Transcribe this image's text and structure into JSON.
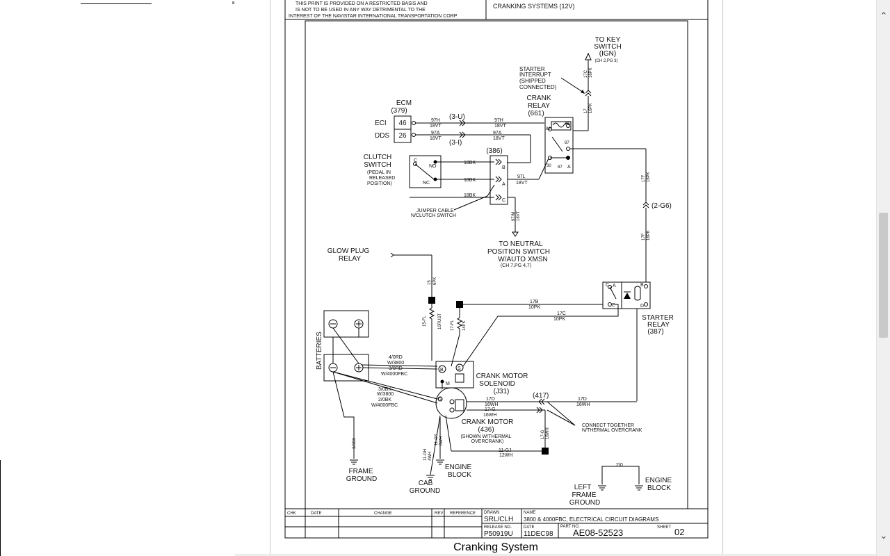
{
  "header": {
    "notice_lines": [
      "THIS PRINT IS PROVIDED ON A RESTRICTED BASIS AND",
      "IS NOT TO BE USED IN ANY WAY DETRIMENTAL TO THE",
      "INTEREST OF THE NAVISTAR INTERNATIONAL TRANSPORTATION CORP."
    ],
    "section_title": "CRANKING SYSTEMS (12V)"
  },
  "diagram": {
    "key_switch": {
      "lines": [
        "TO KEY",
        "SWITCH",
        "(IGN)"
      ],
      "ref": "(CH 2,PG 3)"
    },
    "starter_interrupt": [
      "STARTER",
      "INTERRUPT",
      "(SHIPPED",
      "CONNECTED)"
    ],
    "crank_relay": {
      "lines": [
        "CRANK",
        "RELAY",
        "(661)"
      ],
      "pins": [
        "86",
        "85",
        "87",
        "30",
        "87",
        "A"
      ]
    },
    "ecm": {
      "title": "ECM",
      "num": "(379)",
      "pins": [
        {
          "label": "ECI",
          "num": "46"
        },
        {
          "label": "DDS",
          "num": "26"
        }
      ]
    },
    "wires": {
      "w97h": [
        "97H",
        "18VT"
      ],
      "w97h_b": [
        "97H",
        "18VT"
      ],
      "w97a": [
        "97A",
        "18VT"
      ],
      "w97a_b": [
        "97A",
        "18VT"
      ],
      "ref_3u": "(3-U)",
      "ref_3i": "(3-I)",
      "w17c": [
        "17C",
        "16PK"
      ],
      "w17": [
        "17",
        "16PK"
      ],
      "w17f_top": [
        "17F",
        "16PK"
      ],
      "w17f_bot": [
        "17F",
        "16PK"
      ],
      "ref_2g6": "(2-G6)",
      "w18bk": [
        "18BK",
        "18BK",
        "18BK"
      ],
      "w97l": [
        "97L",
        "18VT"
      ],
      "w97m": [
        "97/M",
        "18VT"
      ],
      "w15": [
        "15",
        "6PK"
      ],
      "w15fl": [
        "15-FL",
        "10RUST"
      ],
      "w17fl": [
        "17-FL",
        "14PK"
      ],
      "w17b": [
        "17B",
        "10PK"
      ],
      "w17c2": [
        "17C",
        "10PK"
      ],
      "w4rd": [
        "4/0RD",
        "W/3800",
        "3/0RD",
        "W/4000FBC"
      ],
      "w3bk": [
        "3/0BK",
        "W/3800",
        "2/0BK",
        "W/4000FBC"
      ],
      "w17d": [
        "17D",
        "16WH"
      ],
      "w17d_b": [
        "17D",
        "16WH"
      ],
      "w17g": [
        "17-G",
        "16WH"
      ],
      "w17g_b": [
        "17-G",
        "16WH"
      ],
      "ref_417": "(417)",
      "w3bk_gnd": "3/0BK",
      "w11gh": [
        "11-GH",
        "4WH"
      ],
      "w11gs": [
        "11-GS",
        "6WH"
      ],
      "w11gj": [
        "11-GJ",
        "12WH"
      ],
      "w20": "2/0"
    },
    "clutch_switch": {
      "lines": [
        "CLUTCH",
        "SWITCH"
      ],
      "sub": [
        "(PEDAL IN",
        "RELEASED",
        "POSITION)"
      ],
      "pins": [
        "C",
        "NO",
        "NC"
      ]
    },
    "connector_386": {
      "num": "(386)",
      "pins": [
        "B",
        "A",
        "C"
      ]
    },
    "jumper_cable": [
      "JUMPER CABLE",
      "N/CLUTCH SWITCH"
    ],
    "neutral_switch": {
      "lines": [
        "TO NEUTRAL",
        "POSITION SWITCH",
        "W/AUTO XMSN"
      ],
      "ref": "(CH 7,PG 4,7)"
    },
    "glow_plug": [
      "GLOW PLUG",
      "RELAY"
    ],
    "starter_relay": {
      "lines": [
        "STARTER",
        "RELAY",
        "(387)"
      ],
      "pins": [
        "C",
        "A",
        "B",
        "E",
        "D"
      ]
    },
    "batteries": "BATTERIES",
    "crank_motor_solenoid": {
      "lines": [
        "CRANK MOTOR",
        "SOLENOID",
        "(J31)"
      ],
      "pins": [
        "B",
        "S",
        "M"
      ]
    },
    "crank_motor": {
      "lines": [
        "CRANK MOTOR",
        "(436)"
      ],
      "sub": [
        "(SHOWN W/THERMAL",
        "OVERCRANK)"
      ],
      "pin": "G"
    },
    "connect_note": [
      "CONNECT TOGETHER",
      "N/THERMAL OVERCRANK"
    ],
    "frame_ground": [
      "FRAME",
      "GROUND"
    ],
    "cab_ground": [
      "CAB",
      "GROUND"
    ],
    "engine_block": [
      "ENGINE",
      "BLOCK"
    ],
    "left_frame_ground": [
      "LEFT",
      "FRAME",
      "GROUND"
    ],
    "engine_block_2": [
      "ENGINE",
      "BLOCK"
    ]
  },
  "title_block": {
    "columns": [
      "CHK",
      "DATE",
      "CHANGE",
      "REV",
      "REFERENCE"
    ],
    "drawn_label": "DRAWN",
    "drawn": "SRL/CLH",
    "name_label": "NAME",
    "name": "3800 & 4000FBC, ELECTRICAL CIRCUIT DIAGRAMS",
    "release_label": "RELEASE NO.",
    "release": "P50919U",
    "date_label": "DATE",
    "date": "11DEC98",
    "part_label": "PART NO.",
    "part": "AE08-52523",
    "sheet_label": "SHEET",
    "sheet": "02"
  },
  "caption": "Cranking System",
  "scrollbar": {
    "up_icon": "chevron-up-icon",
    "down_icon": "chevron-down-icon"
  }
}
